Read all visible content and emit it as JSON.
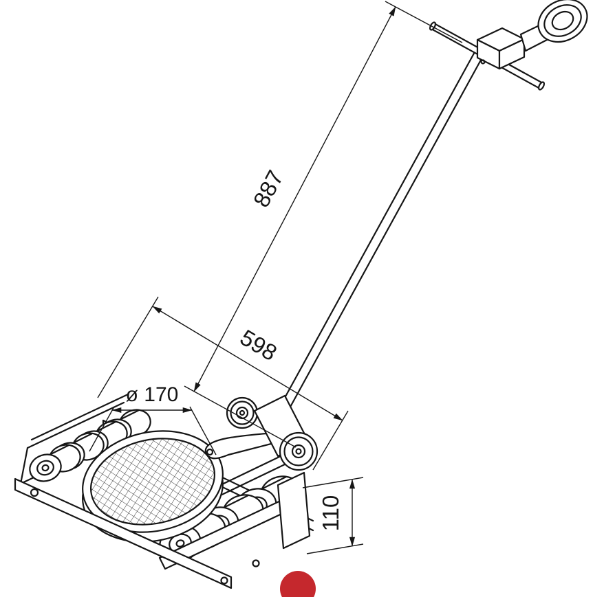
{
  "drawing": {
    "background": "#ffffff",
    "line_color": "#161616",
    "labels": {
      "handle_length": "887",
      "base_length": "598",
      "turntable_diameter": "ø 170",
      "base_height": "110"
    },
    "brand_dot_color": "#c5282d"
  }
}
